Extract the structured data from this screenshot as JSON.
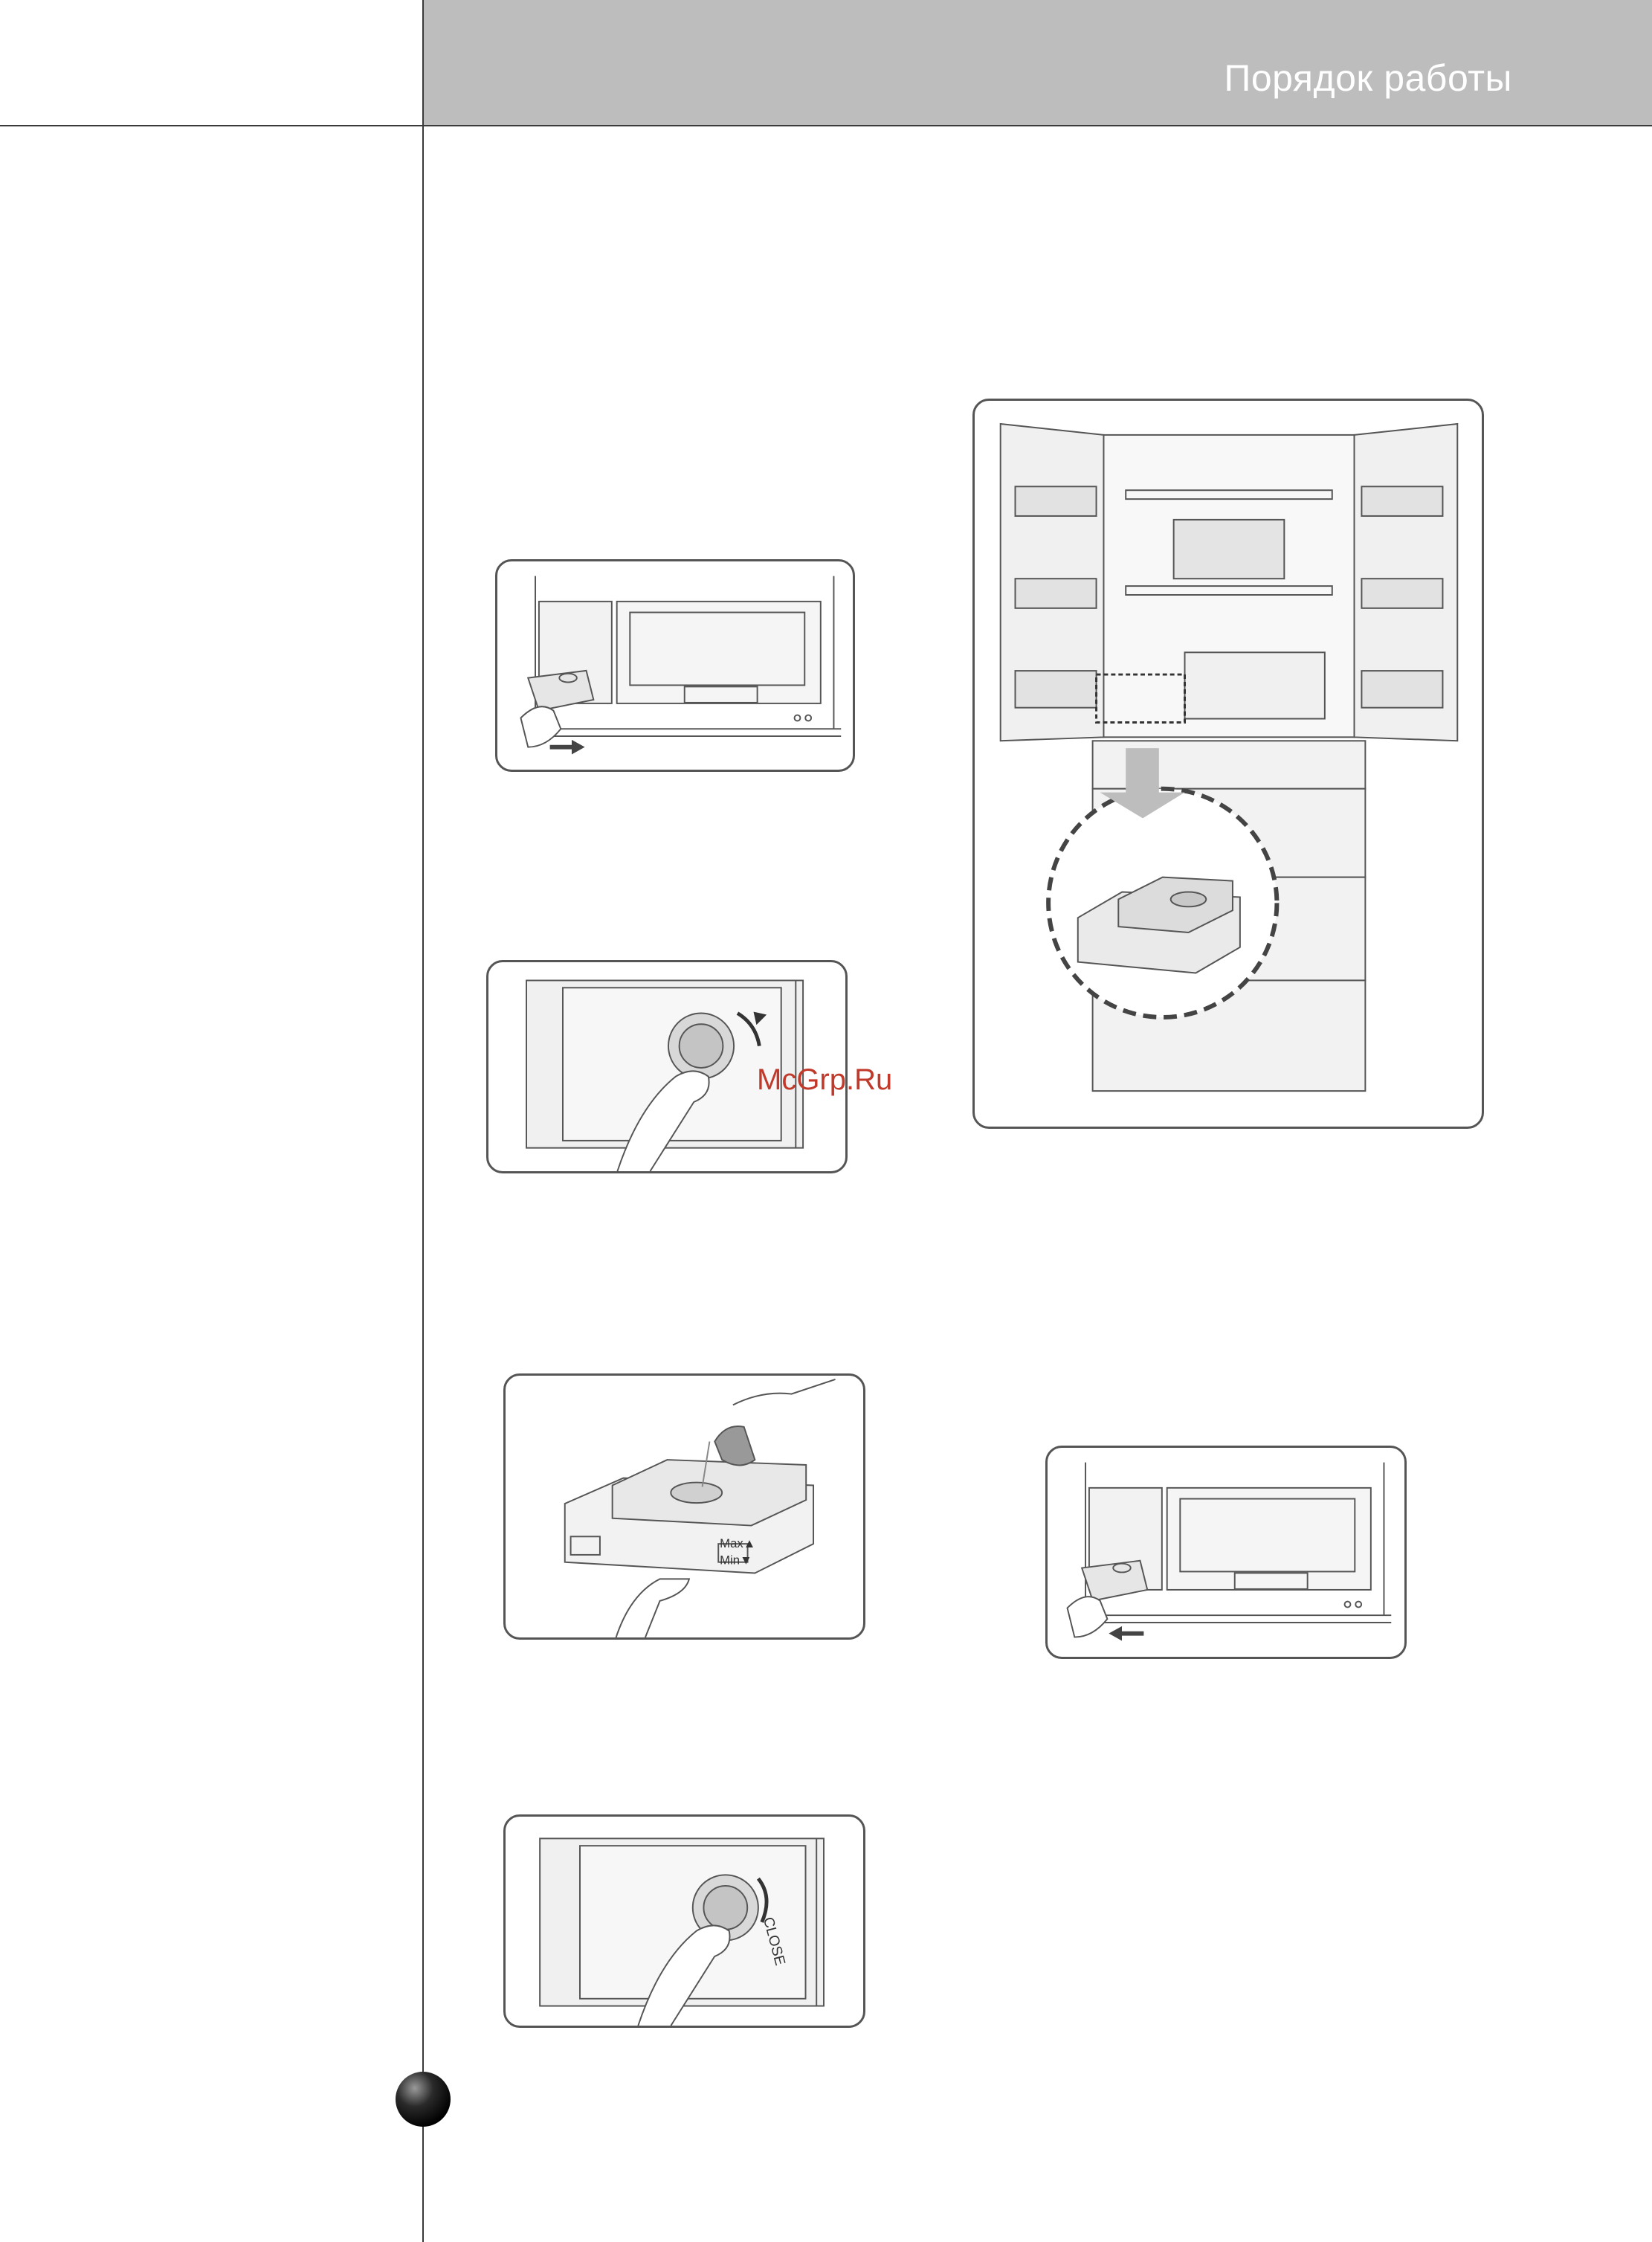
{
  "header": {
    "title": "Порядок работы"
  },
  "watermark": "McGrp.Ru",
  "figures": {
    "fill_tank": {
      "max_label": "Max▲",
      "min_label": "Min▼"
    },
    "close_cap": {
      "close_label": "CLOSE"
    }
  },
  "colors": {
    "header_bg": "#bdbdbd",
    "header_text": "#ffffff",
    "line": "#3a3a3a",
    "watermark": "#c0392b"
  }
}
